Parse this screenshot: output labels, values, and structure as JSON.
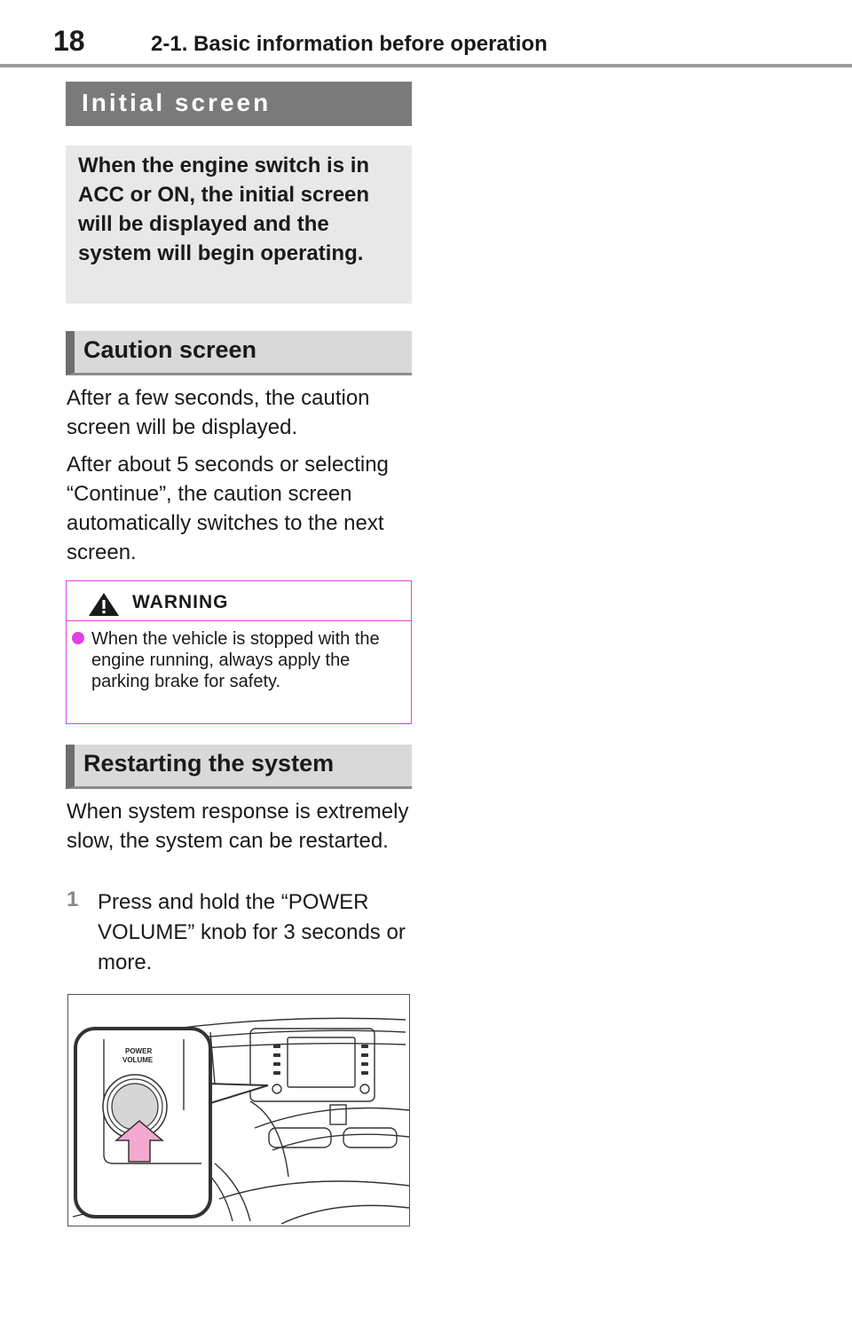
{
  "header": {
    "page_number": "18",
    "section": "2-1. Basic information before operation"
  },
  "initial_screen": {
    "title": "Initial screen",
    "summary": "When the engine switch is in ACC or ON, the initial screen will be displayed and the system will begin operating."
  },
  "caution_screen": {
    "title": "Caution screen",
    "paragraph1": "After a few seconds, the caution screen will be displayed.",
    "paragraph2": "After about 5 seconds or selecting “Continue”, the caution screen automatically switches to the next screen."
  },
  "warning": {
    "label": "WARNING",
    "item": "When the vehicle is stopped with the engine running, always apply the parking brake for safety."
  },
  "restarting": {
    "title": "Restarting the system",
    "paragraph": "When system response is extremely slow, the system can be restarted.",
    "step_number": "1",
    "step_text": "Press and hold the “POWER VOLUME” knob for 3 seconds or more."
  },
  "illustration": {
    "knob_label_line1": "POWER",
    "knob_label_line2": "VOLUME",
    "arrow_color": "#f4a9d0"
  }
}
